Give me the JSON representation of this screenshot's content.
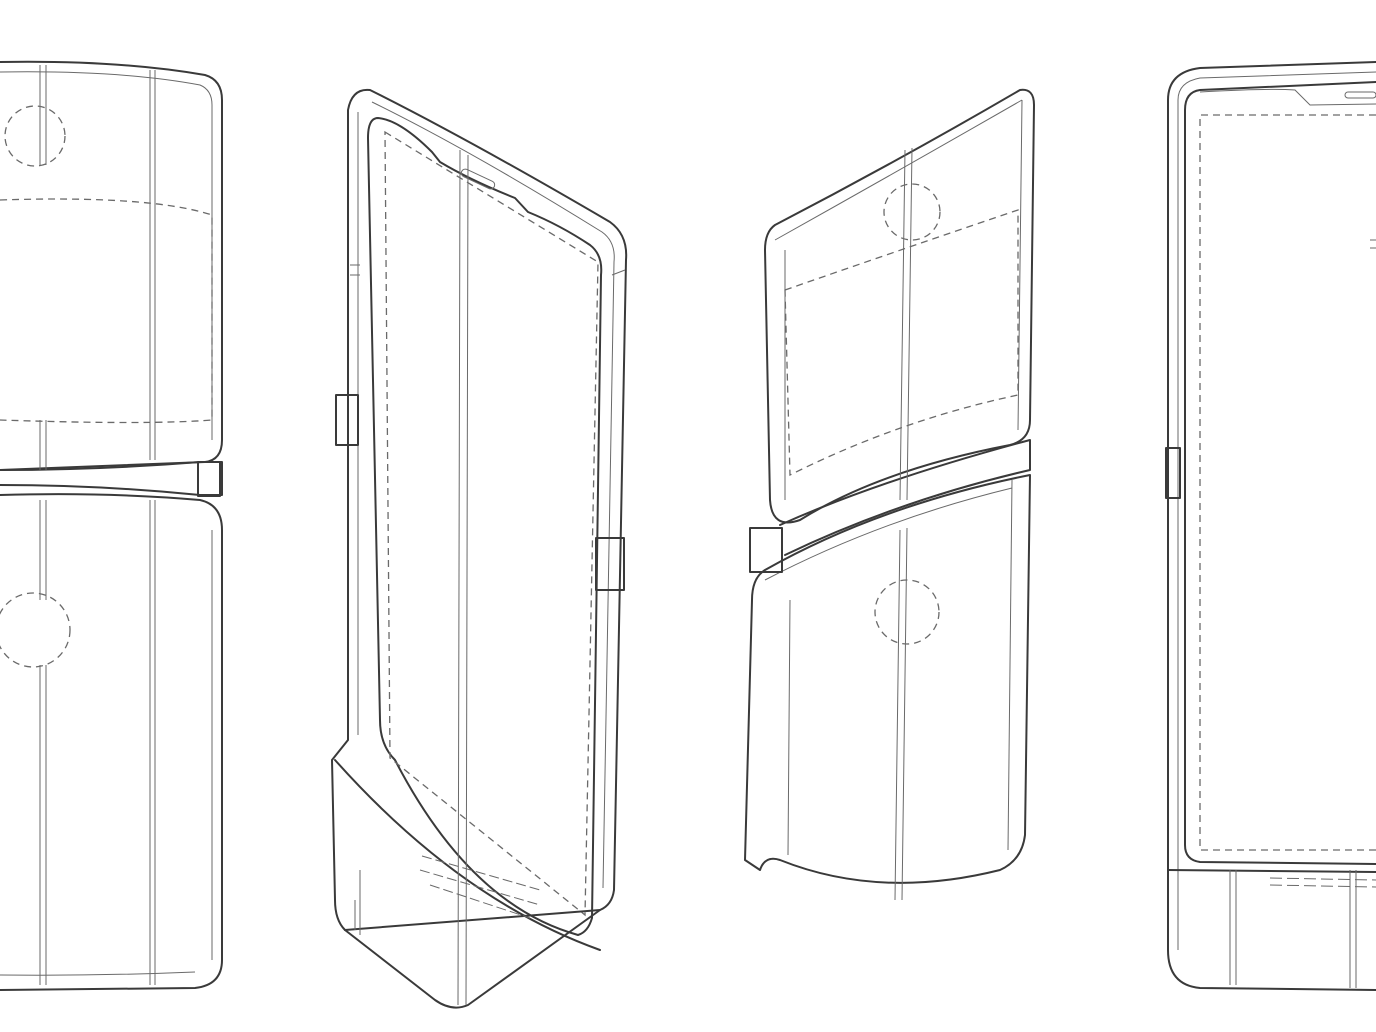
{
  "figure": {
    "views": [
      "back-view",
      "front-perspective-view",
      "back-perspective-view",
      "front-view"
    ],
    "colors": {
      "background": "#ffffff",
      "line": "#3a3a3a",
      "detail": "#6a6a6a"
    }
  }
}
